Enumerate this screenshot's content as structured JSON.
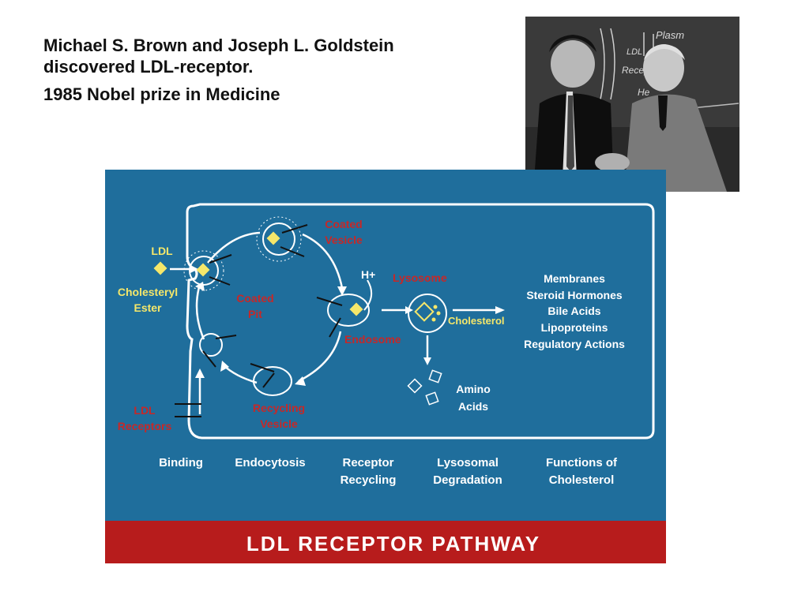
{
  "heading": {
    "line1": "Michael S. Brown and Joseph L. Goldstein",
    "line2": "discovered LDL-receptor.",
    "line3": "1985 Nobel prize in Medicine"
  },
  "photo": {
    "chalk_1": "Plasm",
    "chalk_2": "LDL",
    "chalk_3": "Receptor",
    "chalk_4": "He"
  },
  "diagram": {
    "labels": {
      "ldl": "LDL",
      "cholesteryl_1": "Cholesteryl",
      "cholesteryl_2": "Ester",
      "coated_vesicle_1": "Coated",
      "coated_vesicle_2": "Vesicle",
      "coated_pit_1": "Coated",
      "coated_pit_2": "Pit",
      "h_plus": "H+",
      "lysosome": "Lysosome",
      "endosome": "Endosome",
      "cholesterol": "Cholesterol",
      "amino_1": "Amino",
      "amino_2": "Acids",
      "ldl_receptors_1": "LDL",
      "ldl_receptors_2": "Receptors",
      "recycling_1": "Recycling",
      "recycling_2": "Vesicle"
    },
    "functions": [
      "Membranes",
      "Steroid Hormones",
      "Bile Acids",
      "Lipoproteins",
      "Regulatory Actions"
    ],
    "stages": {
      "binding": "Binding",
      "endocytosis": "Endocytosis",
      "receptor_1": "Receptor",
      "receptor_2": "Recycling",
      "lysosomal_1": "Lysosomal",
      "lysosomal_2": "Degradation",
      "functions_1": "Functions of",
      "functions_2": "Cholesterol"
    },
    "banner_title": "LDL RECEPTOR PATHWAY",
    "colors": {
      "panel": "#1f6e9c",
      "banner": "#b71c1c",
      "red_label": "#c62828",
      "yellow": "#f5e76a",
      "white": "#ffffff"
    }
  }
}
